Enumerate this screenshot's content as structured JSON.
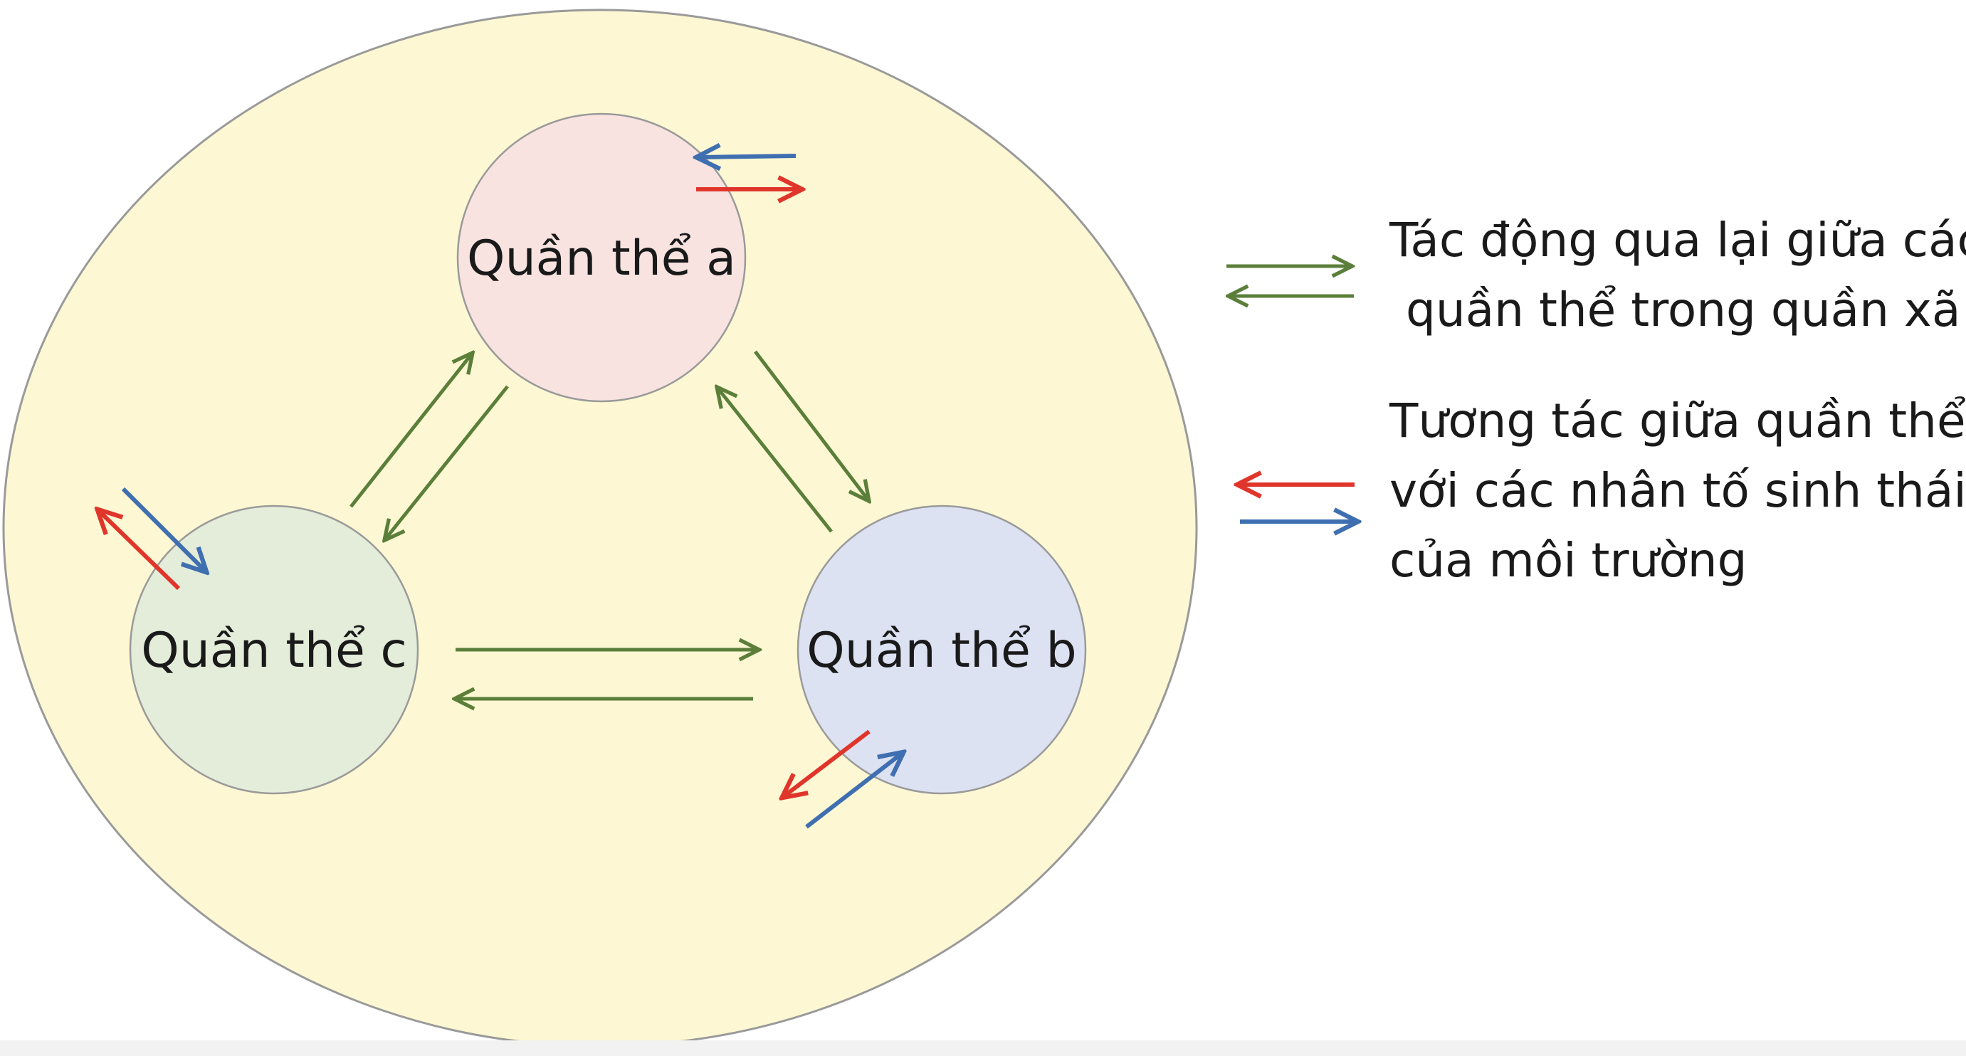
{
  "populations": {
    "a": {
      "label": "Quần thể a",
      "fill": "#F8E3E0"
    },
    "b": {
      "label": "Quần thể b",
      "fill": "#DCE2F2"
    },
    "c": {
      "label": "Quần thể c",
      "fill": "#E4EDD9"
    }
  },
  "community_fill": "#FDF8D3",
  "legend": {
    "interaction": {
      "line1": "Tác động qua lại giữa các",
      "line2": "quần thể trong quần xã"
    },
    "environment": {
      "line1": "Tương tác giữa quần thể",
      "line2": "với các nhân tố sinh thái",
      "line3": "của môi trường"
    }
  },
  "colors": {
    "green_arrow": "#5B7F3A",
    "red_arrow": "#E0352B",
    "blue_arrow": "#3F6FB0",
    "outline": "#9a9a9a"
  }
}
